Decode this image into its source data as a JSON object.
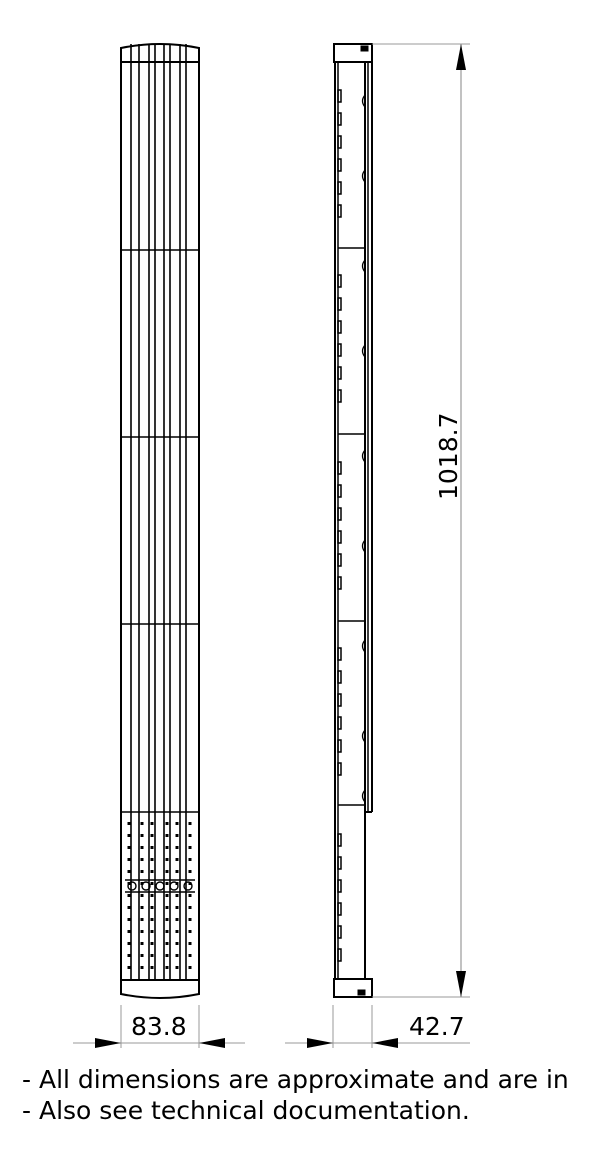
{
  "drawing": {
    "type": "technical-dimension-drawing",
    "views": [
      {
        "name": "front-view",
        "description": "Front view of vertical column radiator with tube bundle"
      },
      {
        "name": "side-view",
        "description": "Side view showing profile and wall brackets"
      }
    ],
    "dimensions": {
      "height": {
        "value": "1018.7",
        "orientation": "vertical"
      },
      "width": {
        "value": "83.8",
        "orientation": "horizontal"
      },
      "depth": {
        "value": "42.7",
        "orientation": "horizontal"
      }
    },
    "colors": {
      "line": "#000000",
      "dimension_line": "#999999",
      "background": "#ffffff"
    }
  },
  "notes": [
    "- All dimensions are approximate and are in",
    "- Also see technical documentation."
  ]
}
